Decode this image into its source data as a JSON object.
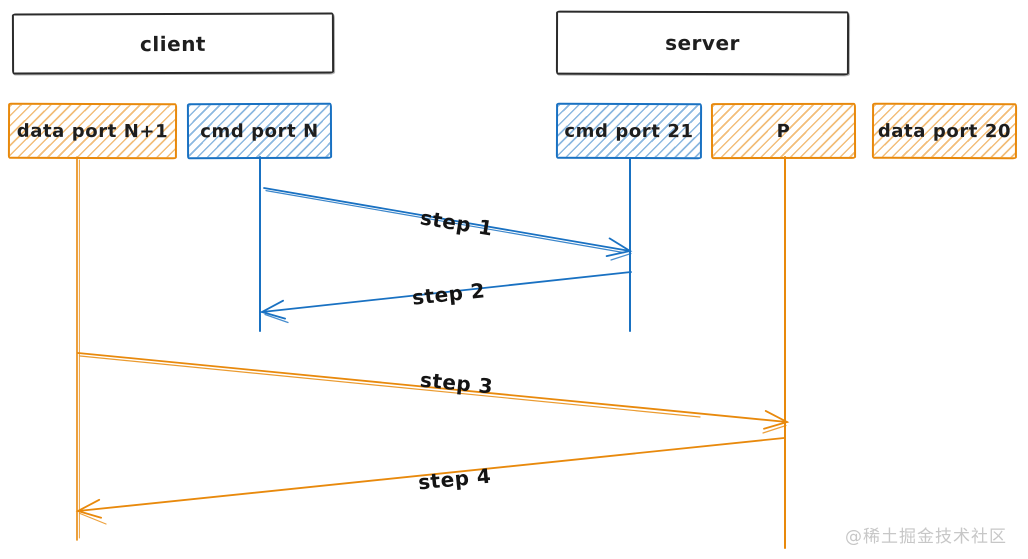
{
  "colors": {
    "blue": "#1971c2",
    "orange": "#e8890c",
    "stroke_black": "#2b2b2b",
    "watermark_gray": "#c7c7c7"
  },
  "actors": {
    "client": "client",
    "server": "server"
  },
  "ports": [
    {
      "label": "data port N+1",
      "color": "orange",
      "side": "client"
    },
    {
      "label": "cmd port N",
      "color": "blue",
      "side": "client"
    },
    {
      "label": "cmd port 21",
      "color": "blue",
      "side": "server"
    },
    {
      "label": "P",
      "color": "orange",
      "side": "server"
    },
    {
      "label": "data port 20",
      "color": "orange",
      "side": "server"
    }
  ],
  "steps": [
    {
      "label": "step 1",
      "from": "cmd port N",
      "to": "cmd port 21",
      "color": "blue"
    },
    {
      "label": "step 2",
      "from": "cmd port 21",
      "to": "cmd port N",
      "color": "blue"
    },
    {
      "label": "step 3",
      "from": "data port N+1",
      "to": "P",
      "color": "orange"
    },
    {
      "label": "step 4",
      "from": "P",
      "to": "data port N+1",
      "color": "orange"
    }
  ],
  "watermark": {
    "text": "@稀土掘金技术社区"
  }
}
